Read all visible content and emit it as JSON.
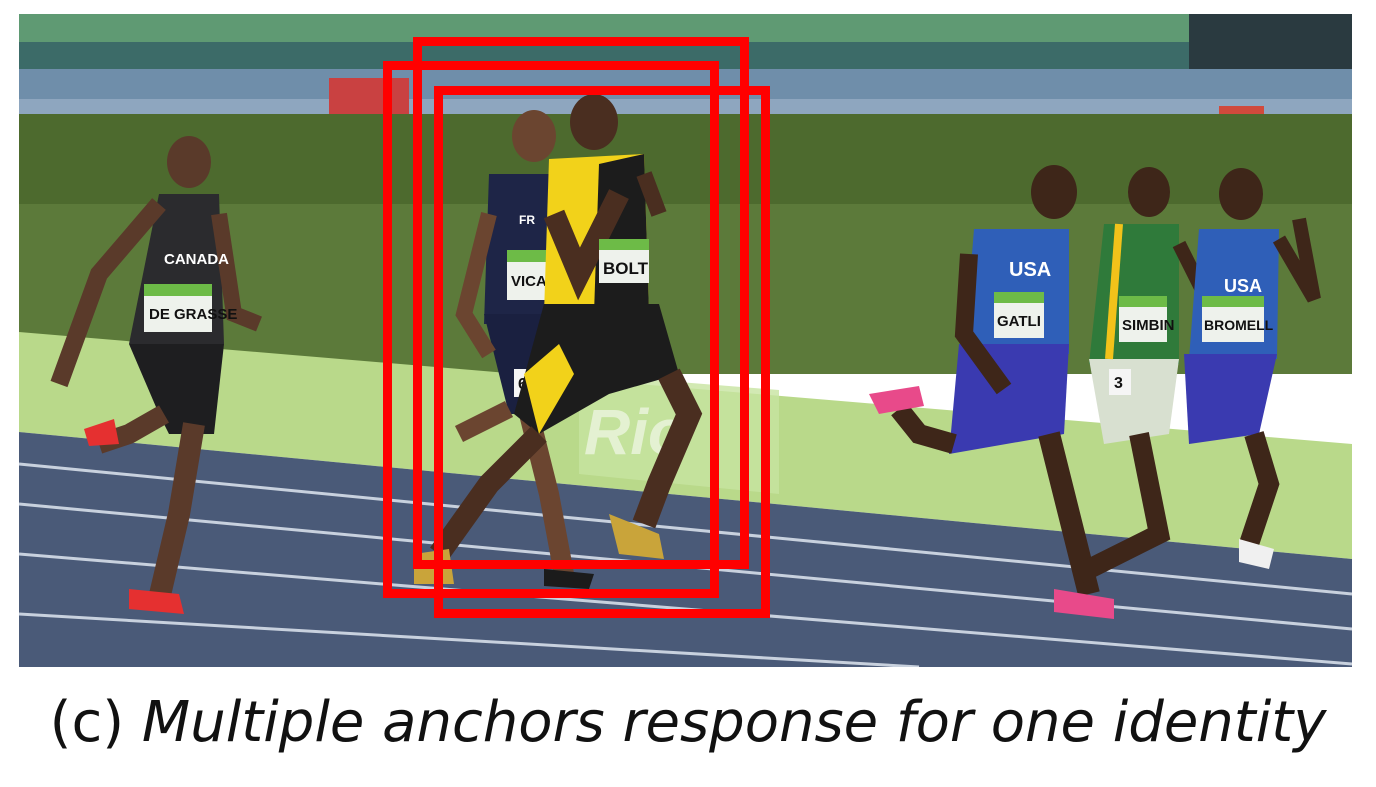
{
  "caption": {
    "label": "(c)",
    "text": "Multiple anchors response for one identity"
  },
  "photo": {
    "jerseys": {
      "canada": "CANADA",
      "usa_1": "USA",
      "usa_2": "USA",
      "france": "FR"
    },
    "bibs": {
      "de_grasse": "DE GRASSE",
      "vicaut": "VICAU",
      "bolt": "BOLT",
      "gatlin": "GATLI",
      "simbine": "SIMBIN",
      "bromell": "BROMELL"
    },
    "hip_numbers": {
      "vicaut": "6",
      "simbine": "3"
    },
    "board_text": "Rio"
  },
  "colors": {
    "box": "#ff0000",
    "track": "#4a5a78",
    "grass": "#5c7a3a",
    "board": "#b9d98a"
  }
}
